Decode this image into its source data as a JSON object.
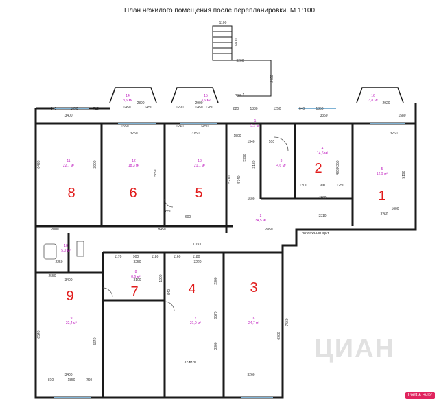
{
  "title": "План нежилого помещения после перепланировки. М 1:100",
  "watermark": "ЦИАН",
  "badge": "Point & Ruler",
  "colors": {
    "wall": "#1a1a1a",
    "room_number": "#e11b1b",
    "area_label": "#c020c0",
    "dim": "#333333",
    "window": "#7fb3d5"
  },
  "labels": {
    "pom": "пом.1",
    "shield": "поэтажный щит"
  },
  "rooms": [
    {
      "id": "1",
      "big": "1",
      "area": "12,9 м²",
      "no": "5"
    },
    {
      "id": "2",
      "big": "2",
      "area": "14,6 м²",
      "no": "4"
    },
    {
      "id": "3",
      "big": "3",
      "area": "24,7 м²",
      "no": "6"
    },
    {
      "id": "4",
      "big": "4",
      "area": "21,0 м²",
      "no": "7"
    },
    {
      "id": "5",
      "big": "5",
      "area": "21,1 м²",
      "no": "13"
    },
    {
      "id": "6",
      "big": "6",
      "area": "18,3 м²",
      "no": "12"
    },
    {
      "id": "7",
      "big": "7",
      "area": "8,6 м²",
      "no": "8"
    },
    {
      "id": "8",
      "big": "8",
      "area": "22,7 м²",
      "no": "11"
    },
    {
      "id": "9",
      "big": "9",
      "area": "22,4 м²",
      "no": "9"
    },
    {
      "id": "sm1",
      "big": "",
      "area": "5,2 м²",
      "no": "1"
    },
    {
      "id": "sm2",
      "big": "",
      "area": "34,5 м²",
      "no": "2"
    },
    {
      "id": "sm3",
      "big": "",
      "area": "4,6 м²",
      "no": "3"
    },
    {
      "id": "sm10",
      "big": "",
      "area": "5,0 м²",
      "no": "10"
    },
    {
      "id": "sm14",
      "big": "",
      "area": "3,6 м²",
      "no": "14"
    },
    {
      "id": "sm15",
      "big": "",
      "area": "3,6 м²",
      "no": "15"
    },
    {
      "id": "sm16",
      "big": "",
      "area": "3,8 м²",
      "no": "16"
    }
  ],
  "dims": [
    "1100",
    "1400",
    "3200",
    "2400",
    "2890",
    "2900",
    "2920",
    "1450",
    "1450",
    "1290",
    "1450",
    "1280",
    "3400",
    "3250",
    "3150",
    "3350",
    "840",
    "1850",
    "710",
    "820",
    "1330",
    "1250",
    "640",
    "1850",
    "1580",
    "1550",
    "1240",
    "1450",
    "1340",
    "510",
    "3260",
    "4960",
    "3310",
    "8450",
    "2850",
    "2250",
    "10300",
    "3400",
    "3250",
    "3220",
    "1170",
    "900",
    "1180",
    "1160",
    "1180",
    "2550",
    "3100",
    "3210",
    "3220",
    "3400",
    "3260",
    "810",
    "1850",
    "760",
    "6490",
    "3900",
    "5690",
    "5210",
    "5740",
    "5990",
    "4350",
    "4960",
    "5190",
    "6540",
    "5640",
    "6570",
    "3300",
    "2300",
    "6900",
    "7560",
    "2000",
    "1500",
    "3180",
    "1200",
    "1250",
    "900",
    "600",
    "1850",
    "1500",
    "3260",
    "1600",
    "640",
    "3220",
    "1900"
  ]
}
